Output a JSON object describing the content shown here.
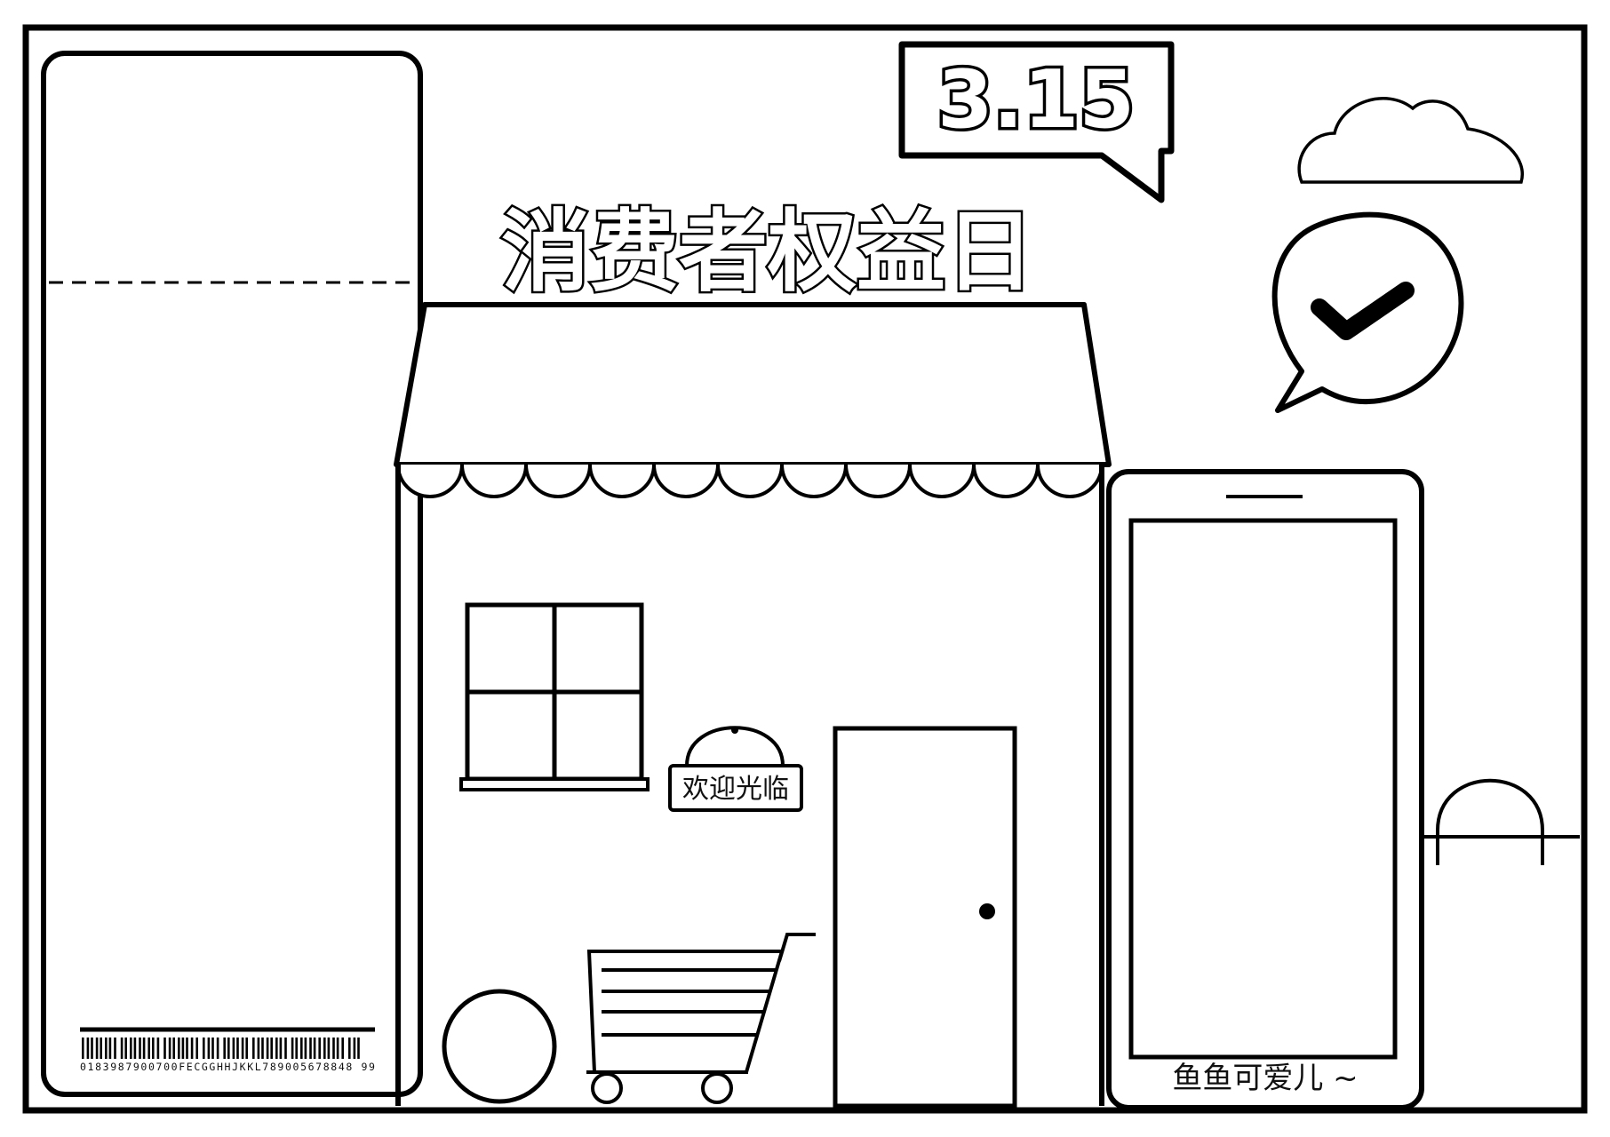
{
  "poster": {
    "title_badge": "3.15",
    "headline": "消费者权益日",
    "shop_sign": "欢迎光临",
    "phone_caption": "鱼鱼可爱儿 ~",
    "barcode_digits": "0183987900700FECGGHHJKKL789005678848 99"
  },
  "colors": {
    "line": "#000000",
    "paper": "#ffffff"
  },
  "icons": [
    "speech-bubble-icon",
    "cloud-icon",
    "check-bubble-icon",
    "shopping-cart-icon",
    "barcode-icon",
    "door-icon",
    "window-icon",
    "phone-icon",
    "shopping-bag-icon"
  ]
}
